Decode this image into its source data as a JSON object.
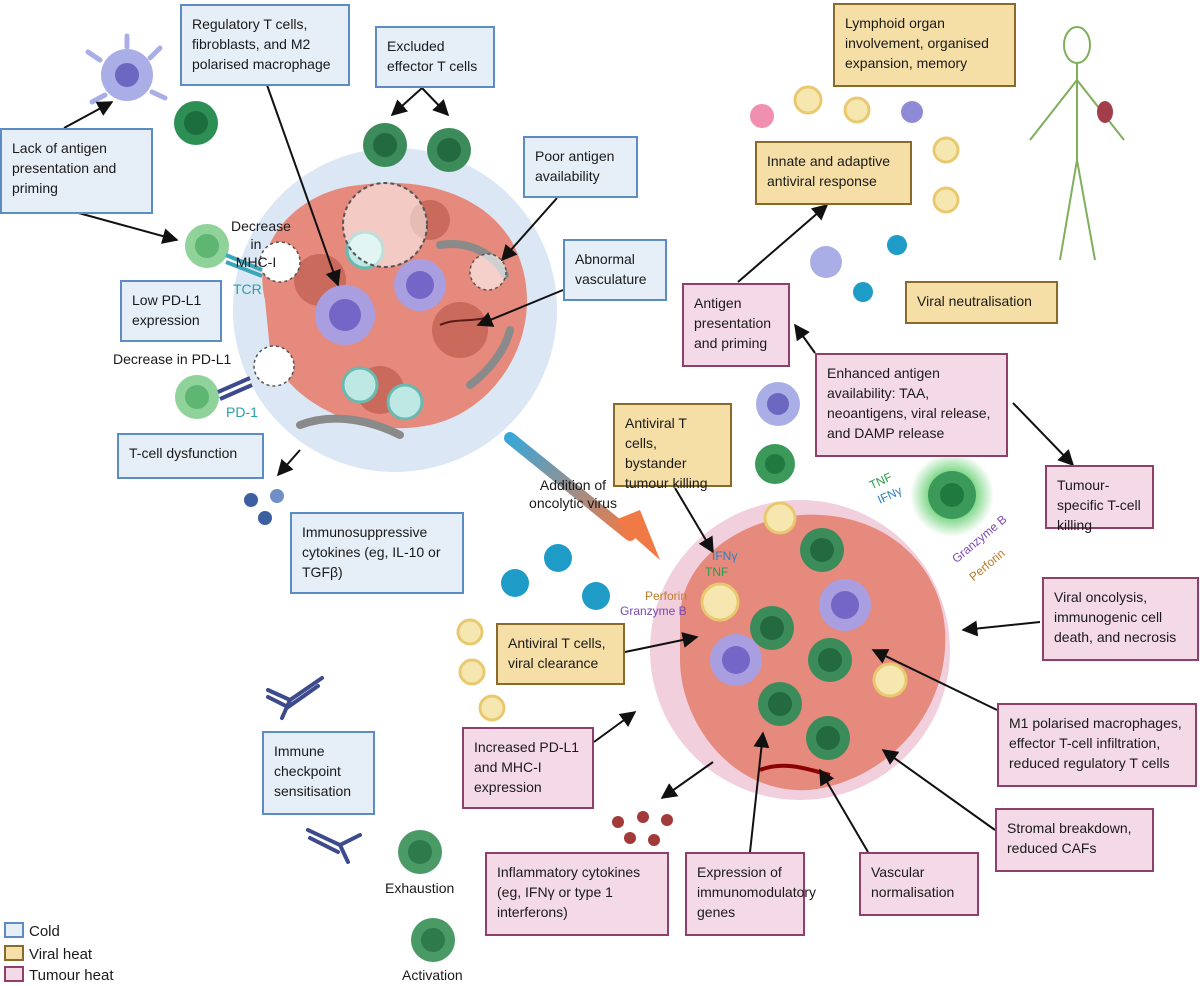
{
  "cold_boxes": {
    "reg_t_cells": "Regulatory T cells, fibroblasts, and M2 polarised macrophage",
    "excluded_effector": "Excluded effector T cells",
    "lack_antigen": "Lack of antigen presentation and priming",
    "poor_antigen": "Poor antigen availability",
    "abnormal_vasc": "Abnormal vasculature",
    "low_pdl1": "Low PD-L1 expression",
    "t_dysfunction": "T-cell dysfunction",
    "immunosuppressive": "Immunosuppressive cytokines (eg, IL-10 or TGFβ)",
    "checkpoint": "Immune checkpoint sensitisation"
  },
  "viral_boxes": {
    "lymphoid": "Lymphoid organ involvement, organised expansion, memory",
    "innate": "Innate and adaptive antiviral response",
    "neutralisation": "Viral neutralisation",
    "bystander": "Antiviral T cells, bystander tumour killing",
    "clearance": "Antiviral T cells, viral clearance"
  },
  "heat_boxes": {
    "antigen_presentation": "Antigen presentation and priming",
    "enhanced_antigen": "Enhanced antigen availability: TAA, neoantigens, viral release, and DAMP release",
    "tumour_specific": "Tumour-specific T-cell killing",
    "oncolysis": "Viral oncolysis, immunogenic cell death, and necrosis",
    "m1": "M1 polarised macrophages, effector T-cell infiltration, reduced regulatory T cells",
    "increased_pdl1": "Increased PD-L1 and MHC-I expression",
    "stromal": "Stromal breakdown, reduced CAFs",
    "inflammatory": "Inflammatory cytokines (eg, IFNγ or type 1 interferons)",
    "immunomodulatory": "Expression of immunomodulatory genes",
    "vascular": "Vascular normalisation"
  },
  "labels": {
    "decrease_mhc": "Decrease in MHC-I",
    "tcr": "TCR",
    "decrease_pdl1": "Decrease in PD-L1",
    "pd1": "PD-1",
    "addition": "Addition of oncolytic virus",
    "exhaustion": "Exhaustion",
    "activation": "Activation",
    "ifng_top": "IFNγ",
    "tnf_top": "TNF",
    "granzyme_right": "Granzyme B",
    "perforin_right": "Perforin",
    "ifng_left": "IFNγ",
    "tnf_left": "TNF",
    "perforin_left": "Perforin",
    "granzyme_left": "Granzyme B"
  },
  "legend": [
    {
      "label": "Cold",
      "color": "#5b8cc4",
      "fill": "#e6eef8"
    },
    {
      "label": "Viral heat",
      "color": "#8a6a2a",
      "fill": "#f5dfa6"
    },
    {
      "label": "Tumour heat",
      "color": "#8e3f6a",
      "fill": "#f4d9e6"
    }
  ]
}
